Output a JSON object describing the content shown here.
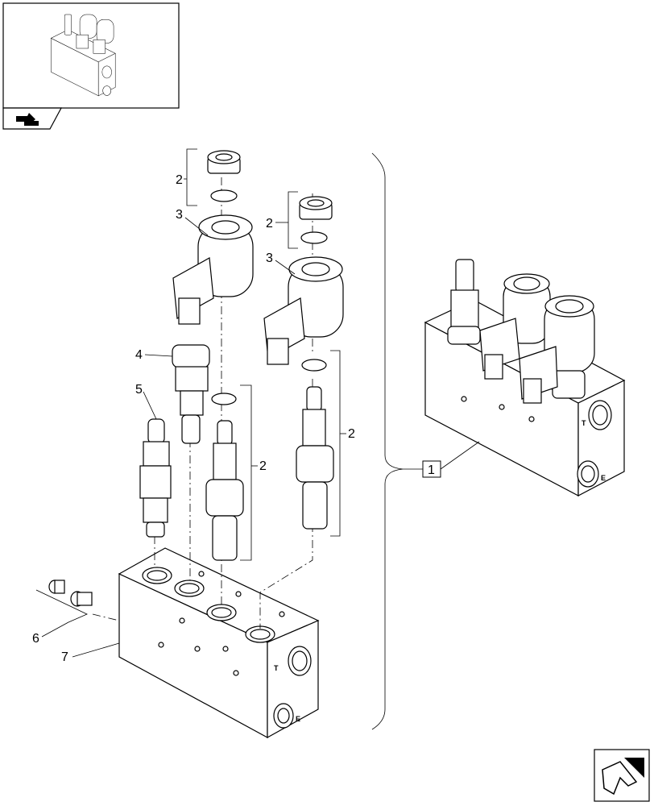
{
  "callouts": {
    "c1": "1",
    "c2a": "2",
    "c2b": "2",
    "c2c": "2",
    "c2d": "2",
    "c3a": "3",
    "c3b": "3",
    "c4": "4",
    "c5": "5",
    "c6": "6",
    "c7": "7"
  },
  "ports": {
    "t1": "T",
    "e1": "E",
    "t2": "T",
    "e2": "E"
  },
  "icons": {
    "thumbnail_nav": "assembly-thumbnail-icon",
    "next_page": "next-page-arrow-icon"
  }
}
